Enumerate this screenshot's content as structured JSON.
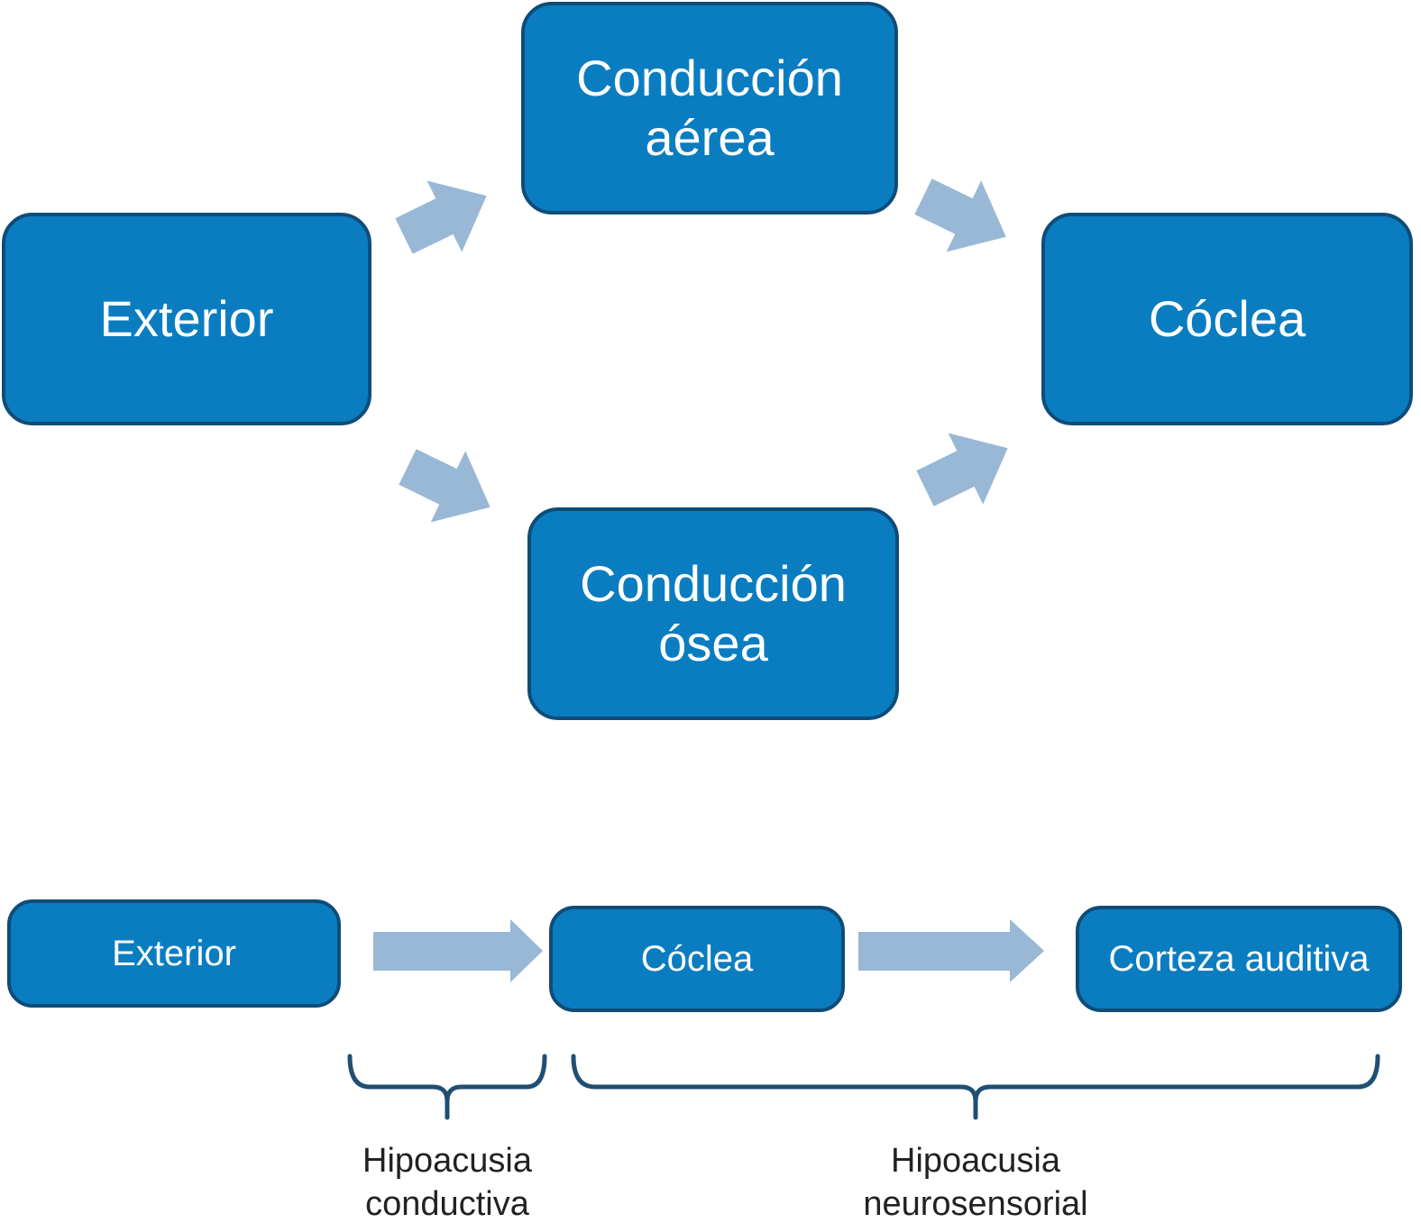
{
  "top_diagram": {
    "exterior": "Exterior",
    "air_conduction": [
      "Conducción",
      "aérea"
    ],
    "bone_conduction": [
      "Conducción",
      "ósea"
    ],
    "cochlea": "Cóclea"
  },
  "bottom_diagram": {
    "exterior": "Exterior",
    "cochlea": "Cóclea",
    "auditory_cortex": "Corteza auditiva",
    "conductive_label": [
      "Hipoacusia",
      "conductiva"
    ],
    "sensorineural_label": [
      "Hipoacusia",
      "neurosensorial"
    ]
  },
  "colors": {
    "box_fill": "#0a7dc1",
    "box_border": "#0f4c78",
    "arrow": "#98b8d6",
    "bracket": "#1f4f73"
  }
}
